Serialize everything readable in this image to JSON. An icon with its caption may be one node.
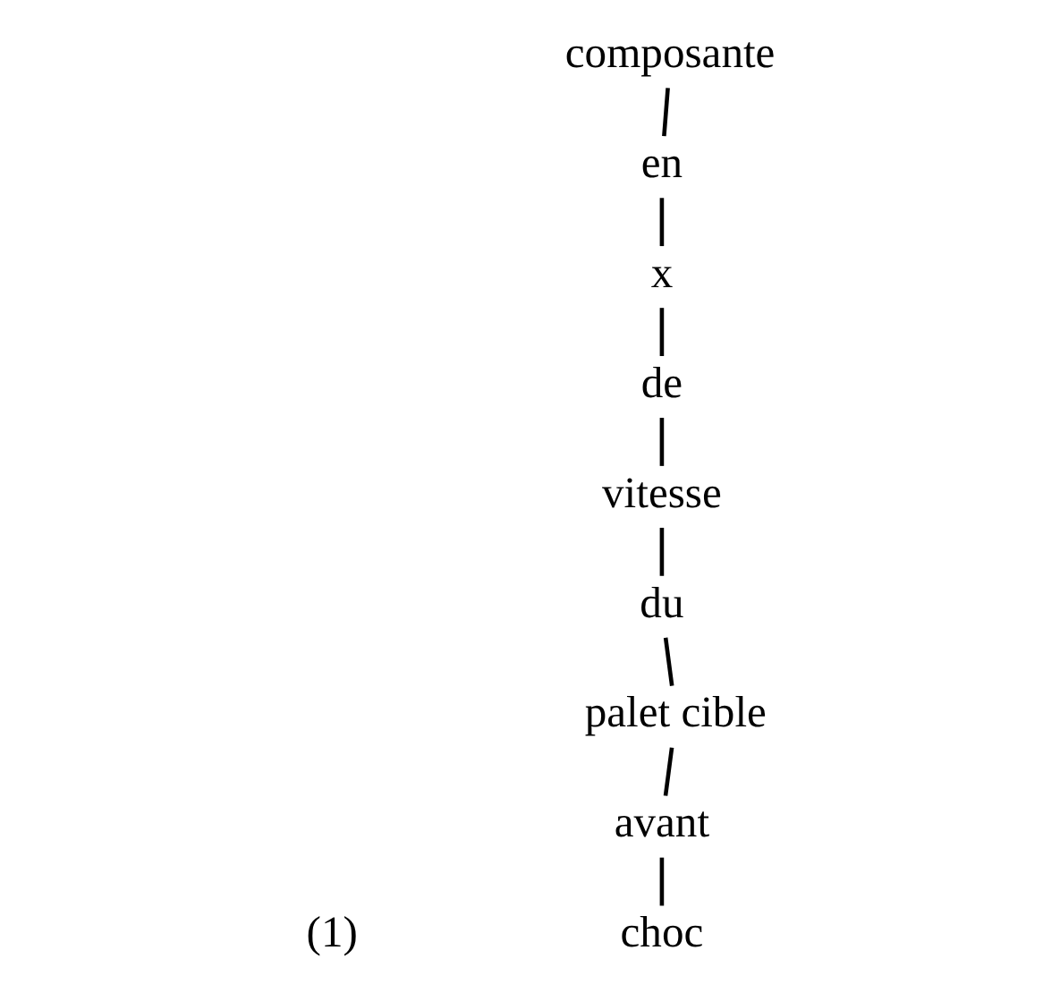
{
  "diagram": {
    "nodes": [
      {
        "text": [
          "composante"
        ]
      },
      {
        "text": [
          "en"
        ]
      },
      {
        "text": [
          "x"
        ]
      },
      {
        "text": [
          "de"
        ]
      },
      {
        "text": [
          "vitesse"
        ]
      },
      {
        "text": [
          "du"
        ]
      },
      {
        "text": [
          "palet cible"
        ]
      },
      {
        "text": [
          "avant"
        ]
      },
      {
        "text": [
          "choc"
        ]
      }
    ],
    "edges": [
      {
        "from": 0,
        "to": 1,
        "arrow": "none"
      },
      {
        "from": 1,
        "to": 2,
        "arrow": "none"
      },
      {
        "from": 2,
        "to": 3,
        "arrow": "none"
      },
      {
        "from": 3,
        "to": 4,
        "arrow": "none"
      },
      {
        "from": 4,
        "to": 5,
        "arrow": "none"
      },
      {
        "from": 5,
        "to": 6,
        "arrow": "none"
      },
      {
        "from": 6,
        "to": 7,
        "arrow": "none"
      },
      {
        "from": 7,
        "to": 8,
        "arrow": "none"
      }
    ],
    "labels": [
      "(1)"
    ]
  }
}
